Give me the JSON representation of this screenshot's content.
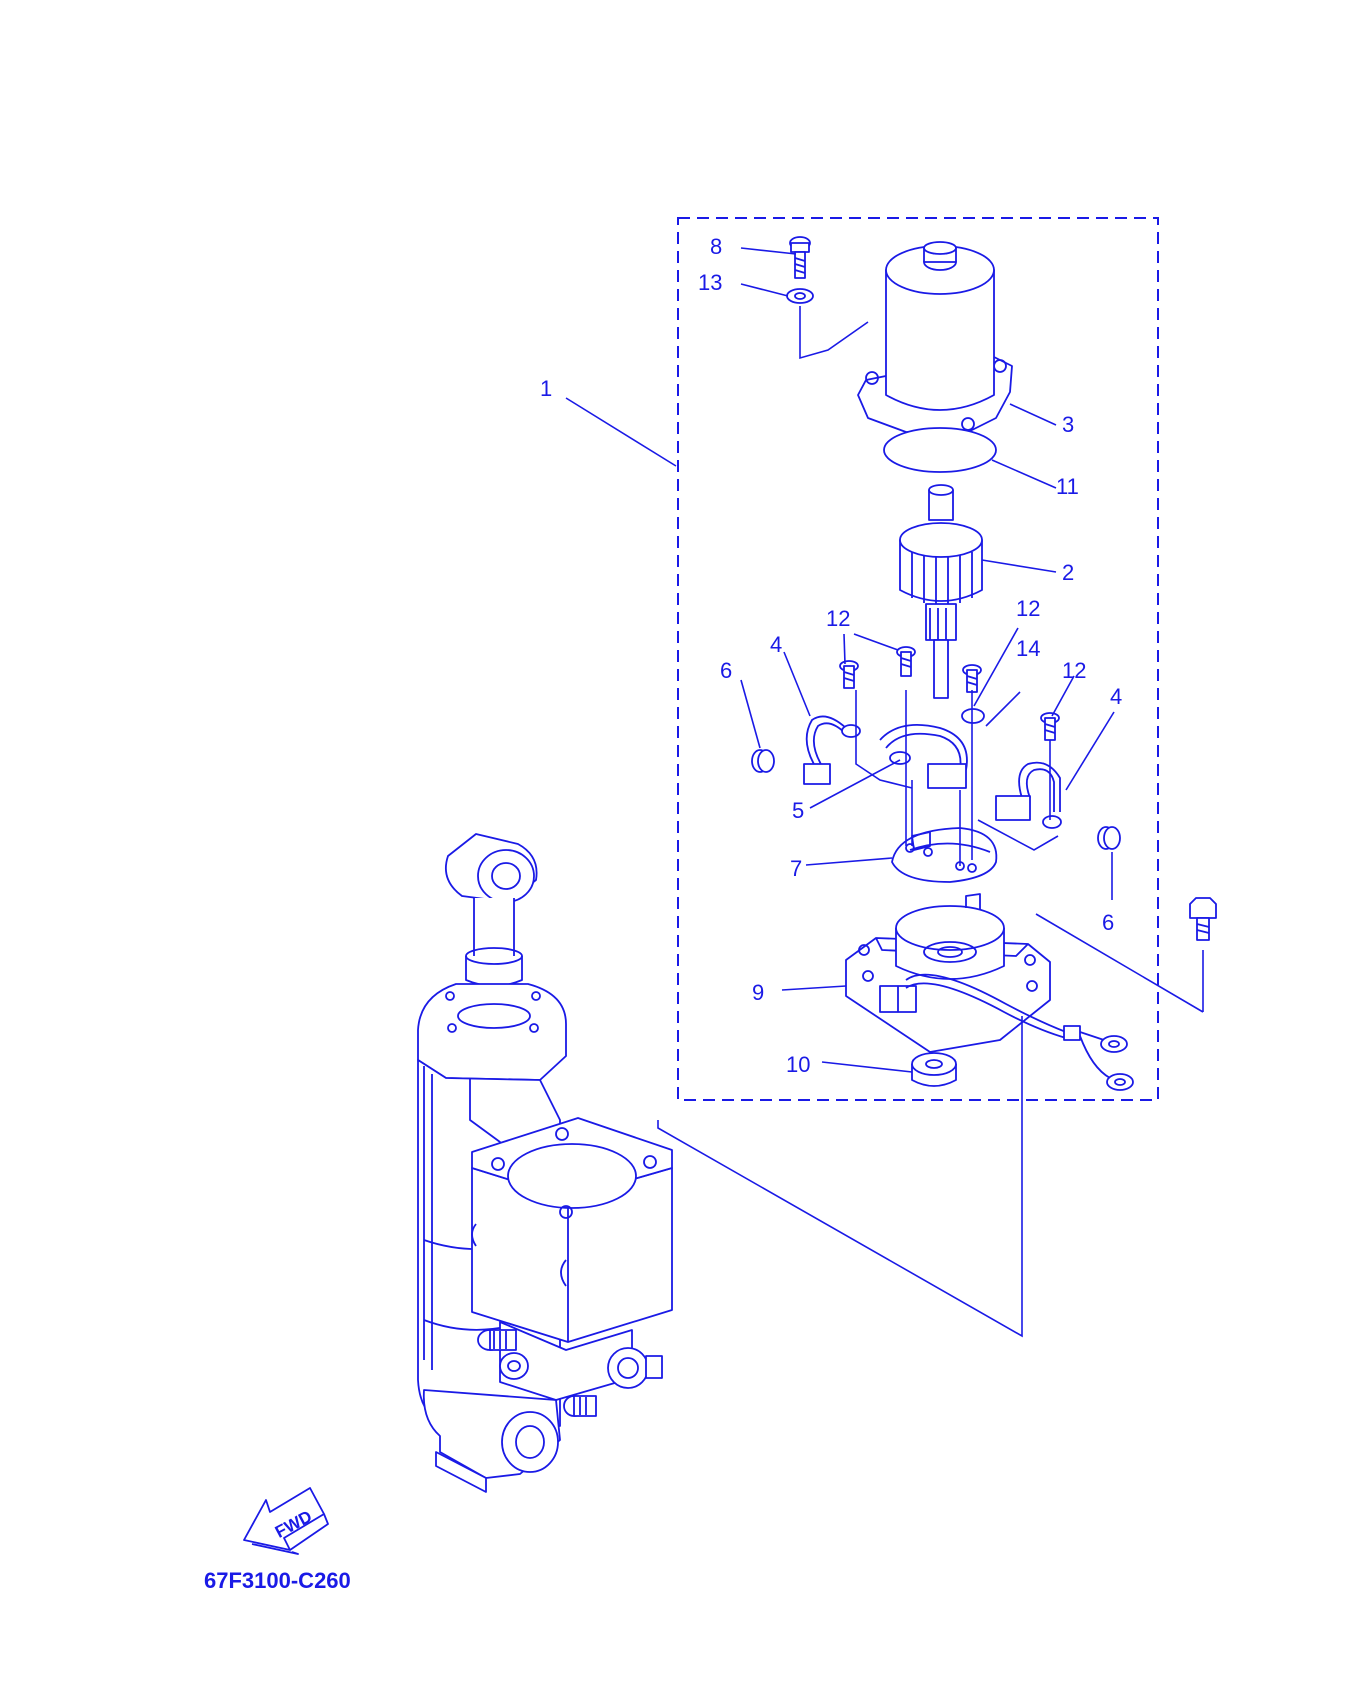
{
  "diagram": {
    "accent_color": "#1a1ae6",
    "background_color": "#ffffff",
    "callouts": {
      "c1": "1",
      "c2": "2",
      "c3": "3",
      "c4a": "4",
      "c4b": "4",
      "c5": "5",
      "c6a": "6",
      "c6b": "6",
      "c7": "7",
      "c8": "8",
      "c9": "9",
      "c10": "10",
      "c11": "11",
      "c12a": "12",
      "c12b": "12",
      "c12c": "12",
      "c13": "13",
      "c14": "14"
    },
    "fwd_label": "FWD",
    "drawing_code": "67F3100-C260"
  }
}
